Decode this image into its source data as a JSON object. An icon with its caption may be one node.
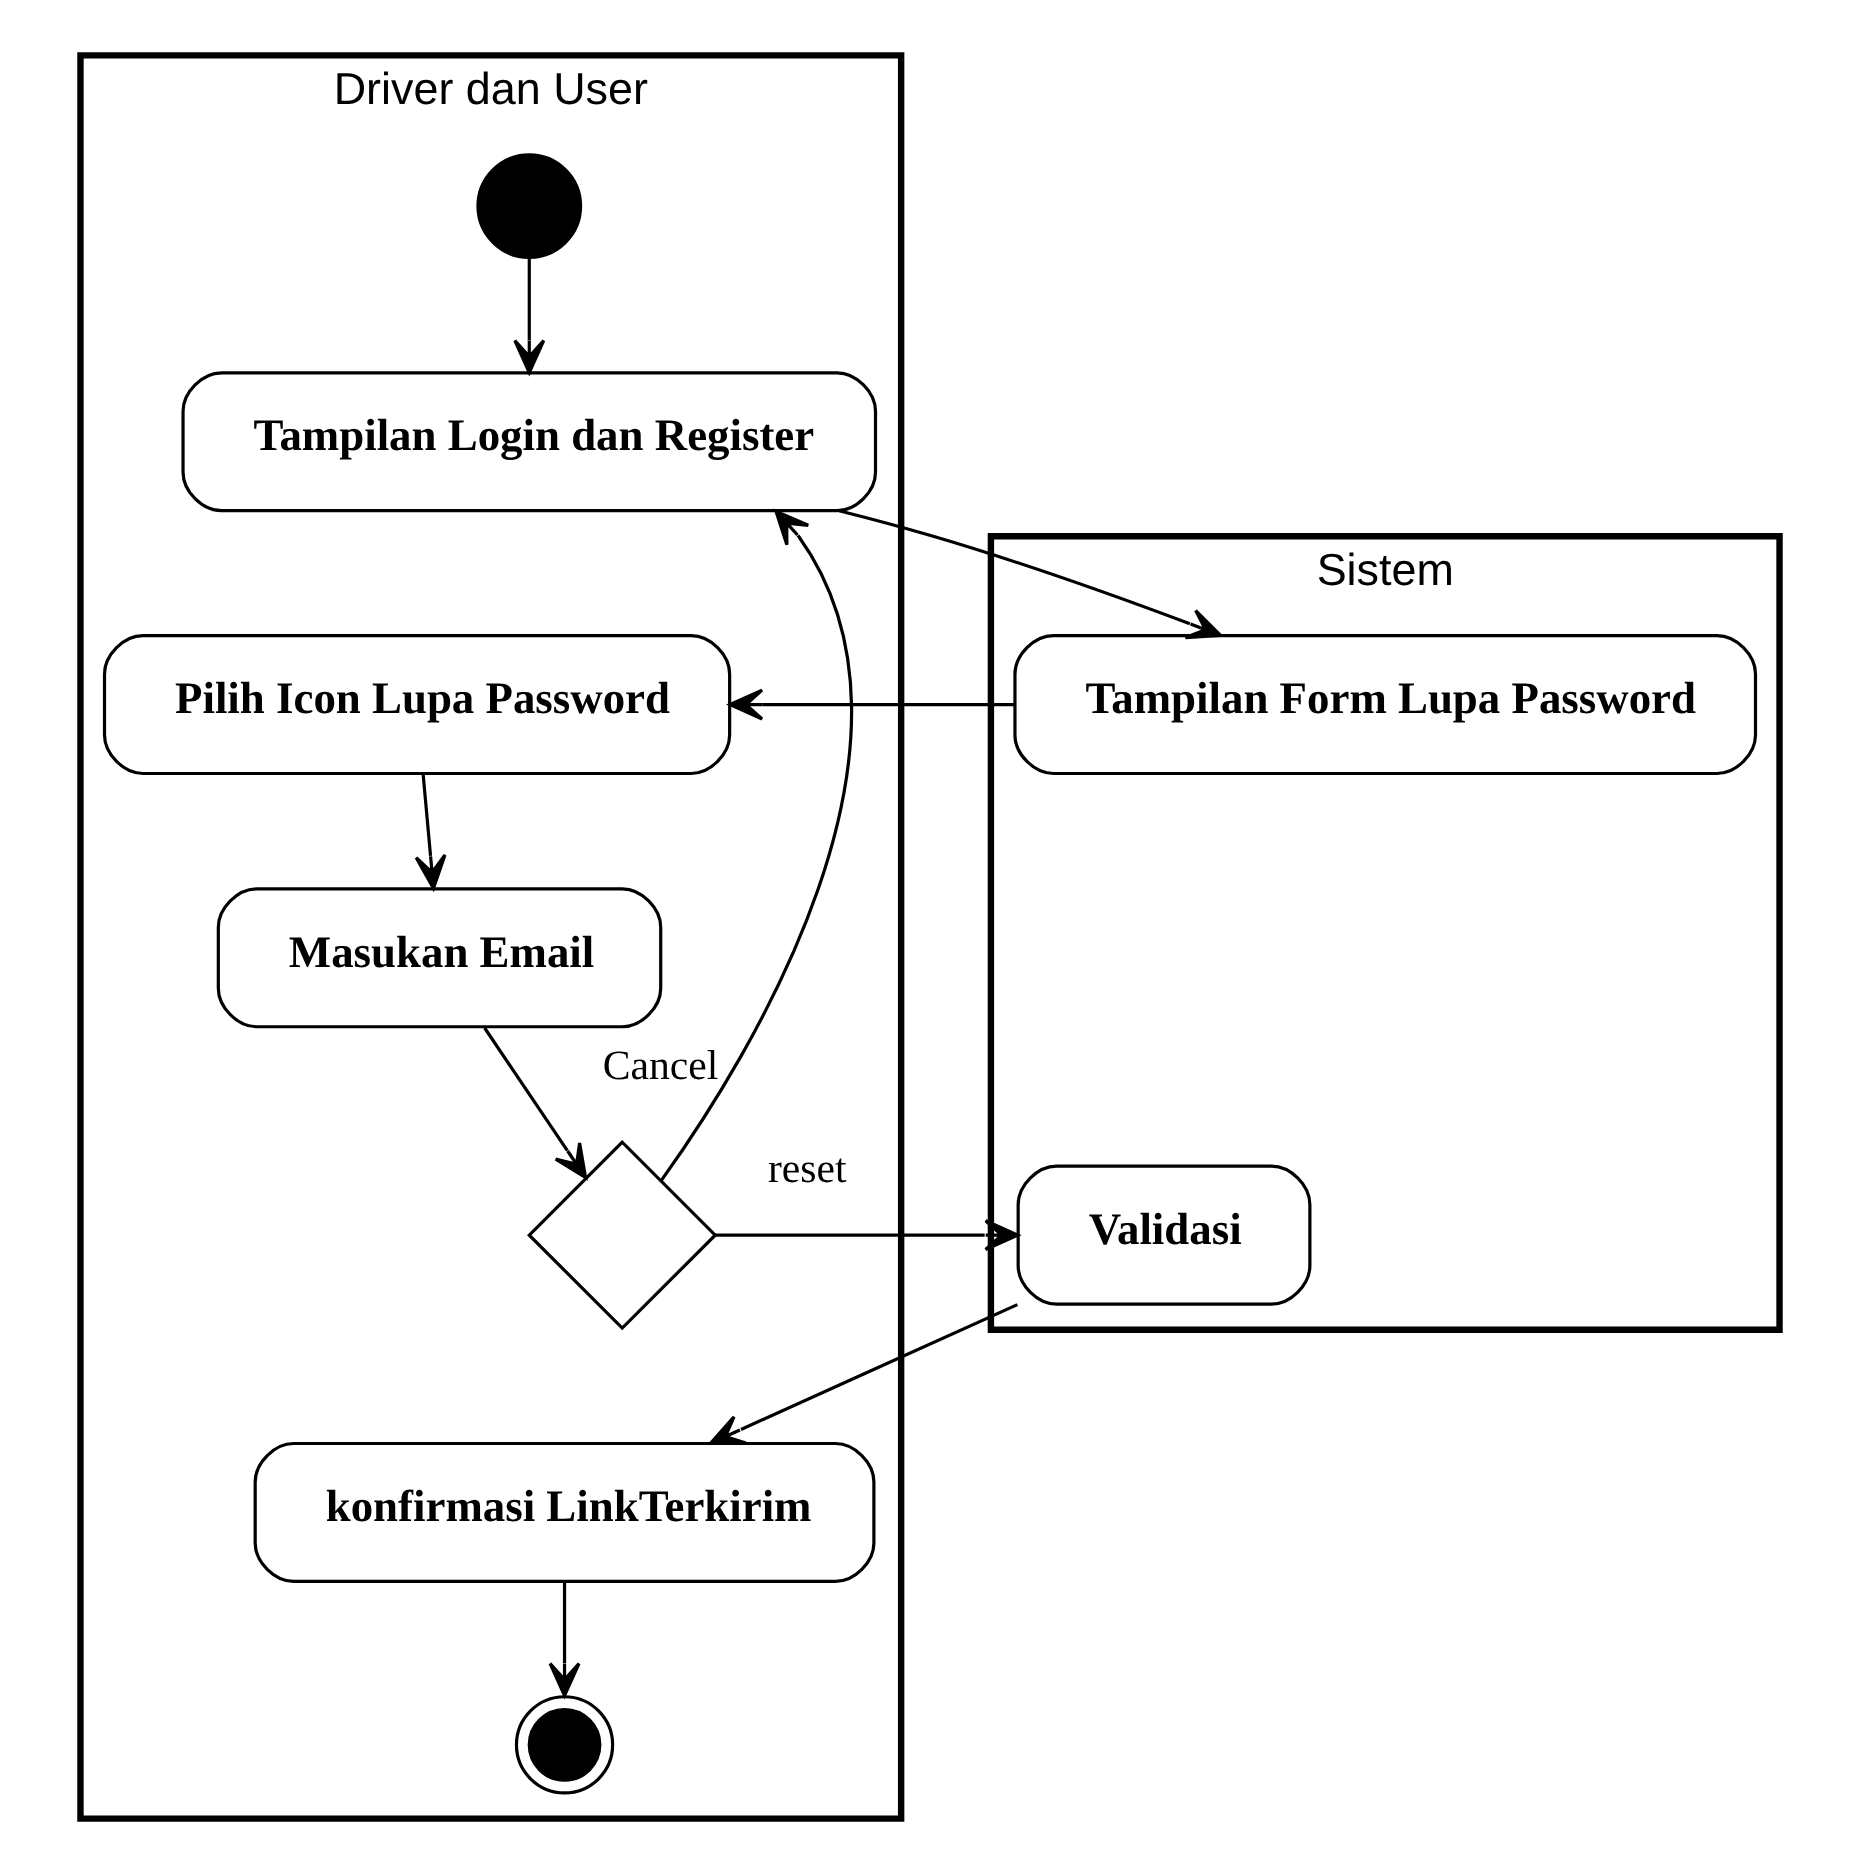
{
  "diagram": {
    "nodes": [
      {
        "text": [
          "Driver dan User"
        ]
      },
      {
        "text": [
          "Sistem"
        ]
      },
      {
        "text": [],
        "shape": "circle",
        "in": 0
      },
      {
        "text": [
          "Tampilan Login dan Register"
        ],
        "in": 0
      },
      {
        "text": [
          "Tampilan Form Lupa Password"
        ],
        "in": 1
      },
      {
        "text": [
          "Pilih Icon Lupa Password"
        ],
        "in": 0
      },
      {
        "text": [
          "Masukan Email"
        ],
        "in": 0
      },
      {
        "text": [],
        "shape": "diamond",
        "in": 0
      },
      {
        "text": [
          "Validasi"
        ],
        "in": 1
      },
      {
        "text": [
          "konfirmasi LinkTerkirim"
        ],
        "in": 0
      },
      {
        "text": [],
        "shape": "circle",
        "in": 0
      }
    ],
    "edges": [
      {
        "from": 2,
        "to": 3,
        "arrow": "to"
      },
      {
        "from": 3,
        "to": 4,
        "arrow": "to"
      },
      {
        "from": 4,
        "to": 5,
        "arrow": "to"
      },
      {
        "from": 5,
        "to": 6,
        "arrow": "to"
      },
      {
        "from": 6,
        "to": 7,
        "arrow": "to"
      },
      {
        "from": 7,
        "to": 3,
        "arrow": "to",
        "label": "Cancel"
      },
      {
        "from": 7,
        "to": 8,
        "arrow": "to",
        "label": "reset"
      },
      {
        "from": 8,
        "to": 9,
        "arrow": "to"
      },
      {
        "from": 9,
        "to": 10,
        "arrow": "to"
      }
    ]
  }
}
